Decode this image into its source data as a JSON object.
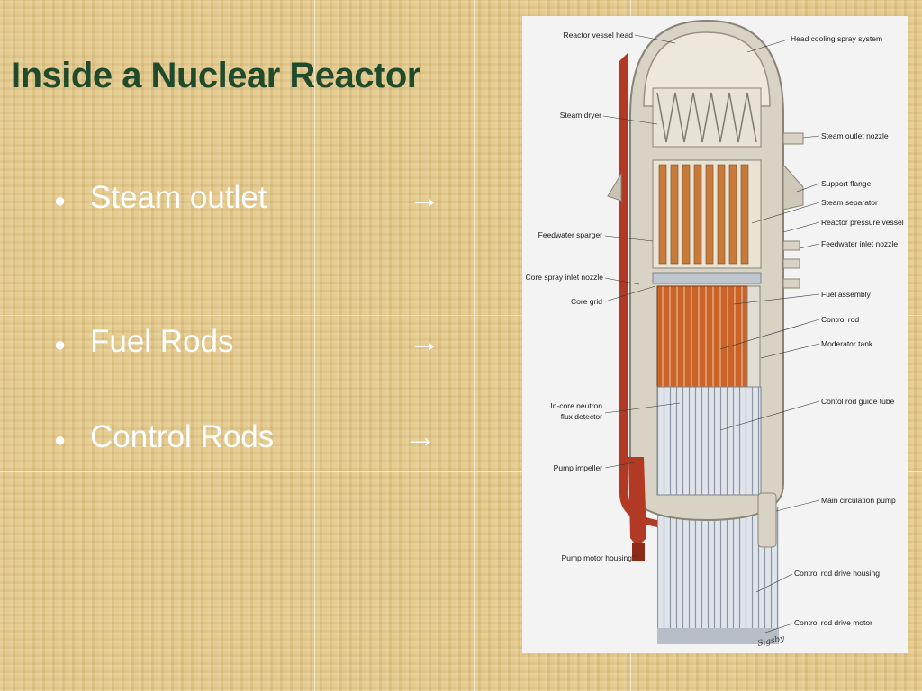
{
  "slide": {
    "title": "Inside a Nuclear Reactor",
    "bullets": [
      {
        "label": "Steam outlet",
        "arrow": "→"
      },
      {
        "label": "Fuel Rods",
        "arrow": "→"
      },
      {
        "label": "Control Rods",
        "arrow": "→"
      }
    ],
    "bullet_glyph": "●"
  },
  "diagram": {
    "left_labels": [
      "Reactor vessel head",
      "Steam dryer",
      "Feedwater sparger",
      "Core spray inlet nozzle",
      "Core grid",
      "In-core neutron",
      "flux detector",
      "Pump impeller",
      "Pump motor housing"
    ],
    "right_labels": [
      "Head cooling spray system",
      "Steam outlet nozzle",
      "Support flange",
      "Steam separator",
      "Reactor pressure vessel",
      "Feedwater inlet nozzle",
      "Fuel assembly",
      "Control rod",
      "Moderator tank",
      "Contol rod guide tube",
      "Main circulation pump",
      "Control rod drive housing",
      "Control rod drive motor"
    ],
    "signature": "Sigsby"
  },
  "colors": {
    "title": "#1f4a2b",
    "bullet_text": "#ffffff",
    "background": "#e3c889",
    "fuel": "#c8642a",
    "vessel": "#d8d3c5",
    "vessel_red": "#b23a24"
  }
}
